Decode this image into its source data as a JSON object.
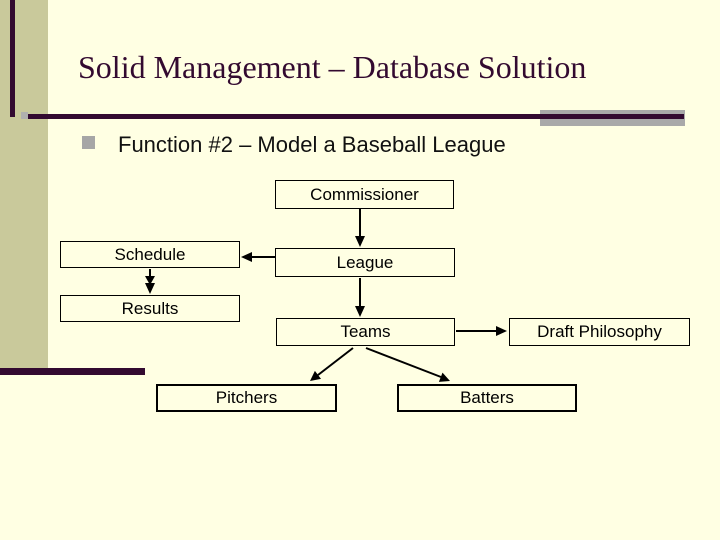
{
  "slide": {
    "title": "Solid Management – Database Solution",
    "bullet_text": "Function #2 – Model a Baseball League"
  },
  "diagram": {
    "nodes": [
      {
        "label": "Commissioner"
      },
      {
        "label": "Schedule"
      },
      {
        "label": "League"
      },
      {
        "label": "Results"
      },
      {
        "label": "Teams"
      },
      {
        "label": "Draft Philosophy"
      },
      {
        "label": "Pitchers"
      },
      {
        "label": "Batters"
      }
    ],
    "edges": [
      {
        "from": "Commissioner",
        "to": "League"
      },
      {
        "from": "League",
        "to": "Schedule"
      },
      {
        "from": "Schedule",
        "to": "Results"
      },
      {
        "from": "League",
        "to": "Teams"
      },
      {
        "from": "Teams",
        "to": "Draft Philosophy"
      },
      {
        "from": "Teams",
        "to": "Pitchers"
      },
      {
        "from": "Teams",
        "to": "Batters"
      }
    ]
  },
  "colors": {
    "background": "#ffffe3",
    "sidebar_band": "#c9c99b",
    "accent_line": "#330a30",
    "gray_accent": "#a9a9a9",
    "bullet_square": "#a6a6a6",
    "title_text": "#330a30",
    "body_text": "#000000"
  }
}
